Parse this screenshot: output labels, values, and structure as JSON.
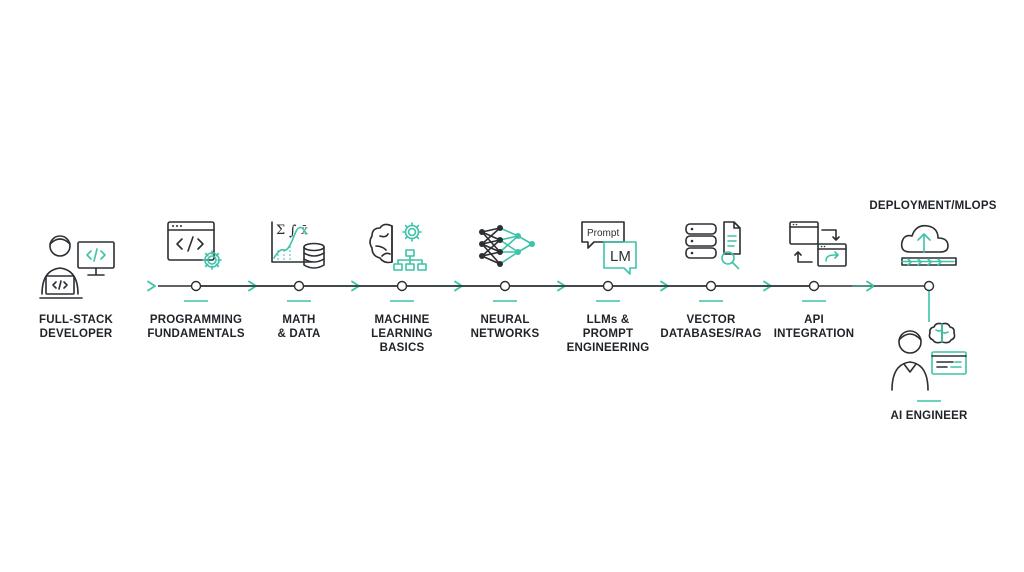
{
  "colors": {
    "accent": "#3cc3a8",
    "ink": "#2b2f33",
    "background": "#ffffff"
  },
  "start": {
    "label": "FULL-STACK\nDEVELOPER",
    "icon": "developer-laptop-icon"
  },
  "steps": [
    {
      "label": "PROGRAMMING\nFUNDAMENTALS",
      "icon": "code-window-gear-icon"
    },
    {
      "label": "MATH\n& DATA",
      "icon": "math-chart-database-icon"
    },
    {
      "label": "MACHINE\nLEARNING\nBASICS",
      "icon": "brain-gear-hierarchy-icon"
    },
    {
      "label": "NEURAL\nNETWORKS",
      "icon": "neural-network-icon"
    },
    {
      "label": "LLMs &\nPROMPT\nENGINEERING",
      "icon": "prompt-lm-bubbles-icon",
      "prompt_text": "Prompt",
      "lm_text": "LM"
    },
    {
      "label": "VECTOR\nDATABASES/RAG",
      "icon": "database-search-document-icon"
    },
    {
      "label": "API\nINTEGRATION",
      "icon": "api-windows-icon"
    }
  ],
  "deployment": {
    "label": "DEPLOYMENT/MLOPS",
    "icon": "cloud-upload-pipeline-icon"
  },
  "end": {
    "label": "AI ENGINEER",
    "icon": "engineer-brain-screen-icon"
  }
}
